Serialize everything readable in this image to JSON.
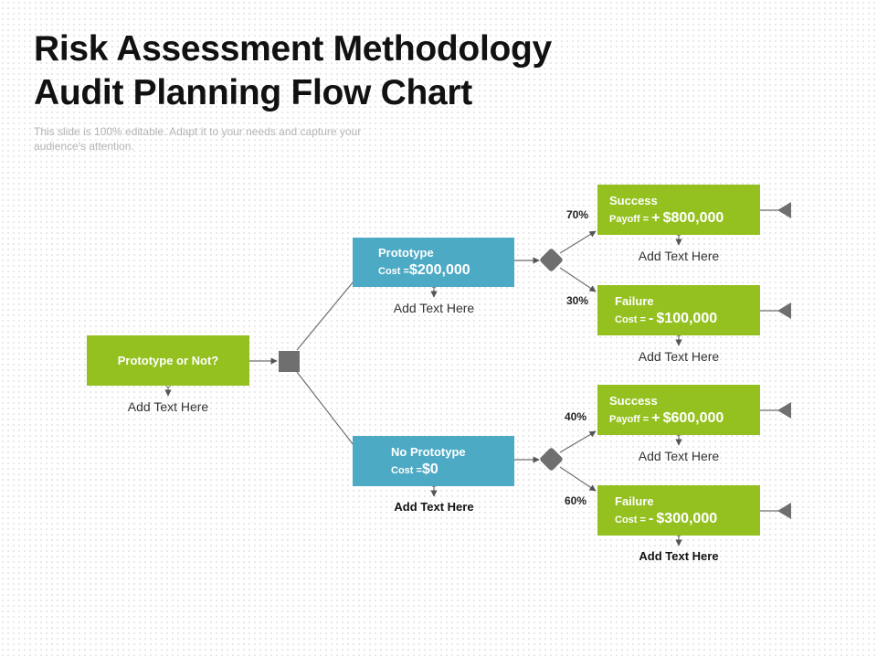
{
  "title_line1": "Risk Assessment Methodology",
  "title_line2": "Audit Planning Flow Chart",
  "subtitle": "This slide is 100% editable. Adapt it to your needs and capture your audience's attention.",
  "colors": {
    "green": "#94c11f",
    "blue": "#4daac4",
    "connector": "#6e6e6e"
  },
  "root": {
    "label": "Prototype or Not?",
    "note": "Add Text Here"
  },
  "prototype": {
    "label": "Prototype",
    "cost_prefix": "Cost =",
    "cost_value": "$200,000",
    "note": "Add Text Here"
  },
  "no_prototype": {
    "label": "No Prototype",
    "cost_prefix": "Cost =",
    "cost_value": "$0",
    "note": "Add Text Here"
  },
  "outcomes": [
    {
      "label": "Success",
      "prefix": "Payoff =",
      "sign": "+",
      "value": "$800,000",
      "prob": "70%",
      "note": "Add Text Here"
    },
    {
      "label": "Failure",
      "prefix": "Cost =",
      "sign": "-",
      "value": "$100,000",
      "prob": "30%",
      "note": "Add Text Here"
    },
    {
      "label": "Success",
      "prefix": "Payoff =",
      "sign": "+",
      "value": "$600,000",
      "prob": "40%",
      "note": "Add Text Here"
    },
    {
      "label": "Failure",
      "prefix": "Cost =",
      "sign": "-",
      "value": "$300,000",
      "prob": "60%",
      "note": "Add Text Here"
    }
  ]
}
